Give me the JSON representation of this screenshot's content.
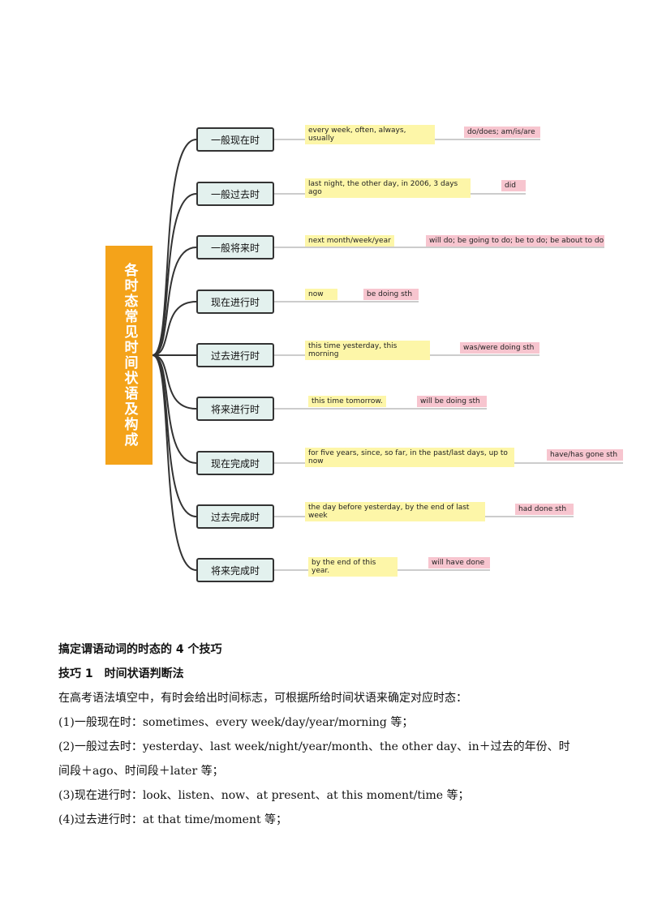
{
  "mindmap": {
    "root_label": "各时态常见时间状语及构成",
    "branches": [
      {
        "tense": "一般现在时",
        "adverbials": "every week, often, always, usually",
        "form": "do/does; am/is/are"
      },
      {
        "tense": "一般过去时",
        "adverbials": "last night, the other day, in 2006, 3 days ago",
        "form": "did"
      },
      {
        "tense": "一般将来时",
        "adverbials": "next month/week/year",
        "form": "will do;  be going to do; be to do; be about to do"
      },
      {
        "tense": "现在进行时",
        "adverbials": "now",
        "form": "be doing sth"
      },
      {
        "tense": "过去进行时",
        "adverbials": "this time yesterday,  this morning",
        "form": "was/were doing sth"
      },
      {
        "tense": "将来进行时",
        "adverbials": "this time tomorrow.",
        "form": "will be  doing sth"
      },
      {
        "tense": "现在完成时",
        "adverbials": "for five years, since, so far, in the past/last days, up to now",
        "form": "have/has gone sth"
      },
      {
        "tense": "过去完成时",
        "adverbials": "the day before yesterday, by the end of last week",
        "form": "had done sth"
      },
      {
        "tense": "将来完成时",
        "adverbials": "by the end of this year.",
        "form": "will have done"
      }
    ]
  },
  "text": {
    "title": "搞定谓语动词的时态的 4 个技巧",
    "subtitle": "技巧 1　时间状语判断法",
    "intro": "在高考语法填空中，有时会给出时间标志，可根据所给时间状语来确定对应时态：",
    "item1": "(1)一般现在时：sometimes、every  week/day/year/morning 等；",
    "item2_line1": "(2)一般过去时：yesterday、last  week/night/year/month、the  other  day、in＋过去的年份、时",
    "item2_line2": "间段＋ago、时间段＋later 等；",
    "item3": "(3)现在进行时：look、listen、now、at  present、at  this  moment/time 等；",
    "item4": "(4)过去进行时：at  that  time/moment 等；"
  }
}
